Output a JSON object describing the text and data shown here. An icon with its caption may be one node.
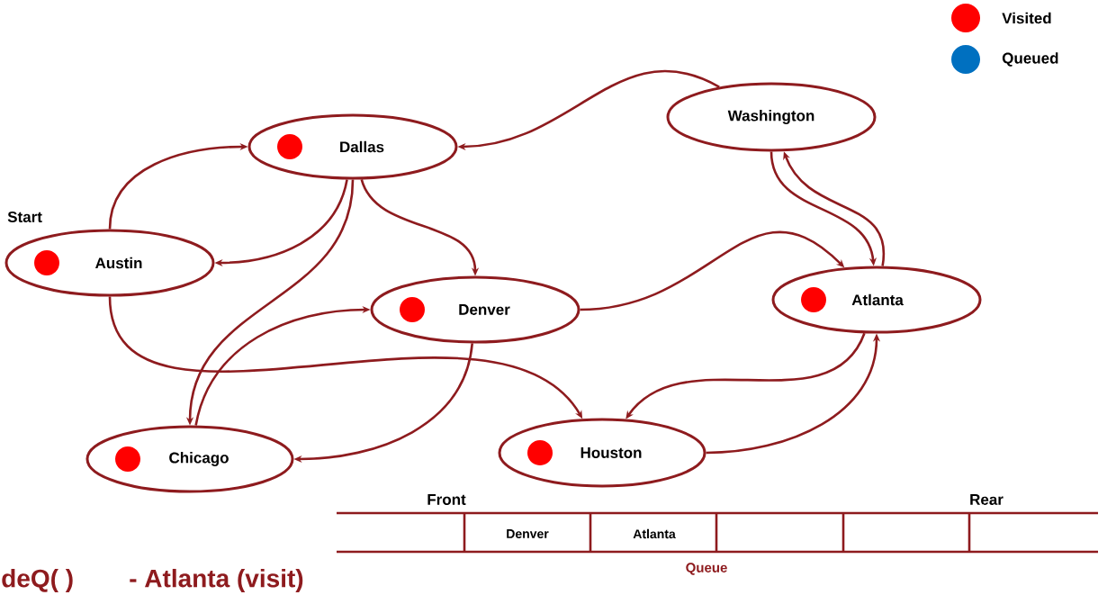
{
  "diagram": {
    "nodes": [
      {
        "text": [
          "Dallas"
        ]
      },
      {
        "text": [
          "Washington"
        ]
      },
      {
        "text": [
          "Austin"
        ],
        "beside": [
          "Start"
        ]
      },
      {
        "text": [
          "Denver"
        ]
      },
      {
        "text": [
          "Atlanta"
        ]
      },
      {
        "text": [
          "Chicago"
        ]
      },
      {
        "text": [
          "Houston"
        ]
      }
    ],
    "edges": [
      {
        "from": 2,
        "to": 0,
        "arrow": "to"
      },
      {
        "from": 0,
        "to": 2,
        "arrow": "to"
      },
      {
        "from": 0,
        "to": 3,
        "arrow": "to"
      },
      {
        "from": 0,
        "to": 5,
        "arrow": "to"
      },
      {
        "from": 5,
        "to": 3,
        "arrow": "to"
      },
      {
        "from": 3,
        "to": 5,
        "arrow": "to"
      },
      {
        "from": 3,
        "to": 4,
        "arrow": "to"
      },
      {
        "from": 2,
        "to": 6,
        "arrow": "to"
      },
      {
        "from": 1,
        "to": 0,
        "arrow": "to"
      },
      {
        "from": 1,
        "to": 4,
        "arrow": "to"
      },
      {
        "from": 4,
        "to": 1,
        "arrow": "to"
      },
      {
        "from": 4,
        "to": 6,
        "arrow": "to"
      },
      {
        "from": 6,
        "to": 4,
        "arrow": "to"
      }
    ],
    "labels": [
      "Front",
      "Rear",
      "Denver",
      "Atlanta",
      "Queue",
      "deQ( )",
      "- Atlanta (visit)"
    ],
    "legend": [
      {
        "text": "Visited",
        "color": "#ff0000"
      },
      {
        "text": "Queued",
        "color": "#0070c0"
      }
    ]
  }
}
